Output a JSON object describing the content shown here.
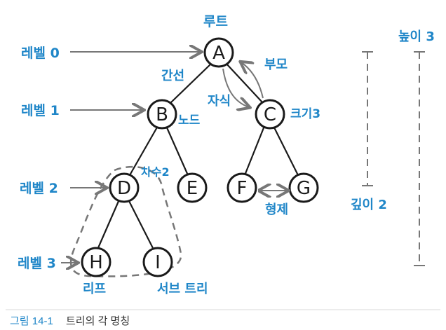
{
  "nodes": {
    "A": "A",
    "B": "B",
    "C": "C",
    "D": "D",
    "E": "E",
    "F": "F",
    "G": "G",
    "H": "H",
    "I": "I"
  },
  "labels": {
    "root": "루트",
    "level0": "레벨 0",
    "level1": "레벨 1",
    "level2": "레벨 2",
    "level3": "레벨 3",
    "edge": "간선",
    "parent": "부모",
    "child": "자식",
    "node": "노드",
    "size": "크기3",
    "descendant": "차수2",
    "sibling": "형제",
    "leaf": "리프",
    "subtree": "서브 트리",
    "depth": "깊이 2",
    "height": "높이 3"
  },
  "caption": {
    "label": "그림 14-1",
    "text": "트리의 각 명칭"
  },
  "colors": {
    "annotation": "#1f86c8",
    "arrow": "#777777",
    "node_stroke": "#1a1a1a"
  }
}
